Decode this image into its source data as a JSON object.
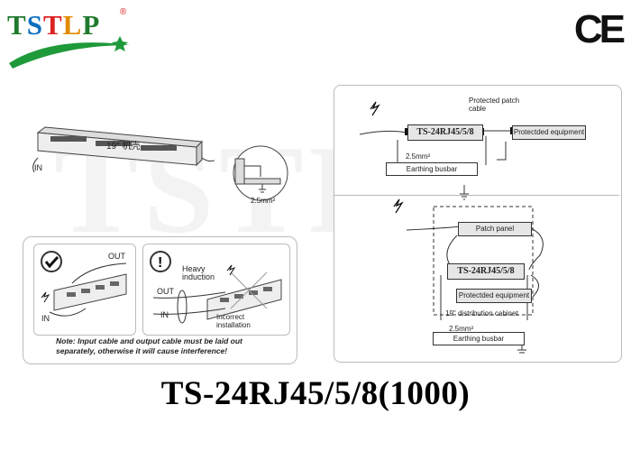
{
  "brand": {
    "logo_letters": [
      "T",
      "S",
      "T",
      "L",
      "P"
    ],
    "registered": "®",
    "ce_mark": "CE"
  },
  "rack_diagram": {
    "panel_label": "19\" 机壳",
    "in_label": "IN"
  },
  "ground_detail": {
    "wire_size": "2.5mm²"
  },
  "installation": {
    "correct": {
      "out_label": "OUT",
      "in_label": "IN"
    },
    "incorrect": {
      "out_label": "OUT",
      "in_label": "IN",
      "heavy_induction": "Heavy induction",
      "incorrect_installation": "Incorrect installation"
    },
    "note_label": "Note:",
    "note_text": "Input cable and output cable must be laid out separately, otherwise it will cause interference!"
  },
  "wiring_top": {
    "device": "TS-24RJ45/5/8",
    "protected_patch_cable": "Protected patch cable",
    "protected_equipment": "Protectded equipment",
    "wire_size": "2.5mm²",
    "busbar": "Earthing busbar"
  },
  "wiring_bottom": {
    "patch_panel": "Patch panel",
    "device": "TS-24RJ45/5/8",
    "protected_equipment": "Protectded equipment",
    "cabinet": "19\" distribution cabinet",
    "wire_size": "2.5mm²",
    "busbar": "Earthing busbar"
  },
  "product_title": "TS-24RJ45/5/8(1000)",
  "colors": {
    "green": "#1f7a2e",
    "blue": "#0b6fbf",
    "red": "#d22",
    "orange": "#e38b00",
    "box_fill": "#e6e6e6"
  }
}
